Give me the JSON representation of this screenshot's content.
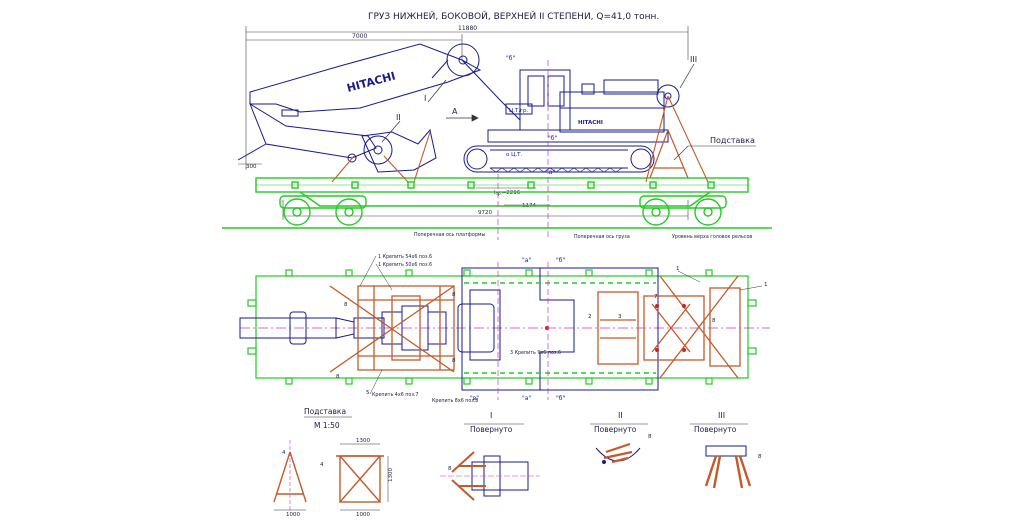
{
  "title": "ГРУЗ НИЖНЕЙ, БОКОВОЙ, ВЕРХНЕЙ II СТЕПЕНИ,   Q=41,0  тонн.",
  "brand": "HITACHI",
  "dims": {
    "overall": "11880",
    "front": "7000",
    "offset": "300",
    "cg_offset": "2216",
    "cg_prefix": "l",
    "cg_sub": "пр",
    "center_gap": "1174",
    "base": "9720"
  },
  "labels": {
    "cg_load": "Ц.Т.гр.",
    "cg_platform": "о Ц.Т.",
    "arrow_a": "А",
    "mark_a": "\"а\"",
    "mark_b": "\"б\"",
    "mark_v": "\"в\"",
    "section_1": "I",
    "section_2": "II",
    "section_3": "III",
    "support": "Подставка",
    "axis_platform": "Поперечная ось платформы",
    "axis_load": "Поперечная ось груза",
    "rail_level": "Уровень верха головок рельсов"
  },
  "plan": {
    "fix_1": "1 Крепить 54х6 поз.6",
    "fix_2": "1 Крепить 50х6 поз.6",
    "fix_3": "3  Крепить 9х6 поз.6",
    "fix_4": "Крепить 4х6 поз.7",
    "fix_5": "Крепить 8х6 поз.8",
    "num_1": "1",
    "num_2": "2",
    "num_3": "3",
    "num_5": "5",
    "num_7": "7",
    "num_8": "8"
  },
  "details": {
    "support_title": "Подставка",
    "support_scale": "М 1:50",
    "dim_1300a": "1300",
    "dim_1300b": "1300",
    "dim_1000a": "1000",
    "dim_1000b": "1000",
    "num_4a": "4",
    "num_4b": "4",
    "view_1": "I",
    "view_1_cap": "Повернуто",
    "view_2": "II",
    "view_2_cap": "Повернуто",
    "view_3": "III",
    "view_3_cap": "Повернуто",
    "num_8a": "8",
    "num_8b": "8",
    "num_8c": "8"
  },
  "colors": {
    "outline": "#1a1a8c",
    "platform": "#22cc22",
    "lashing": "#c45a28",
    "axis": "#cc33cc"
  }
}
